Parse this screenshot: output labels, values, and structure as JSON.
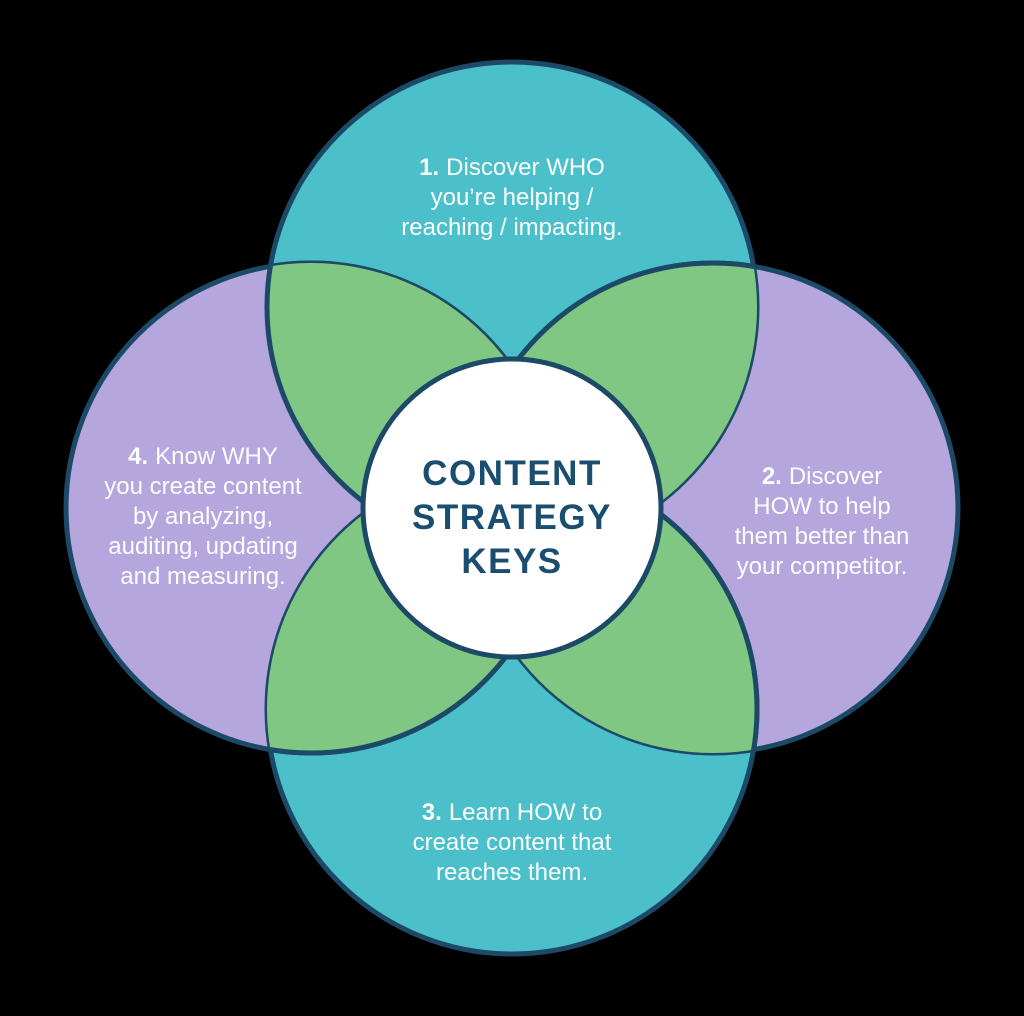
{
  "diagram": {
    "center_title_lines": [
      "CONTENT",
      "STRATEGY",
      "KEYS"
    ],
    "steps": [
      {
        "position": "top",
        "number": "1.",
        "lines": [
          "Discover WHO",
          "you’re helping /",
          "reaching / impacting."
        ]
      },
      {
        "position": "right",
        "number": "2.",
        "lines": [
          "Discover",
          "HOW to help",
          "them better than",
          "your competitor."
        ]
      },
      {
        "position": "bottom",
        "number": "3.",
        "lines": [
          "Learn HOW to",
          "create content that",
          "reaches them."
        ]
      },
      {
        "position": "left",
        "number": "4.",
        "lines": [
          "Know WHY",
          "you create content",
          "by analyzing,",
          "auditing, updating",
          "and measuring."
        ]
      }
    ],
    "colors": {
      "teal": "#4CC0CA",
      "purple": "#B5A7DE",
      "overlap_green": "#80C783",
      "outline_navy": "#1C4966",
      "title_navy": "#1A4E70",
      "label_text": "#FFFFFF",
      "center_fill": "#FFFFFF",
      "background": "#000000"
    }
  }
}
